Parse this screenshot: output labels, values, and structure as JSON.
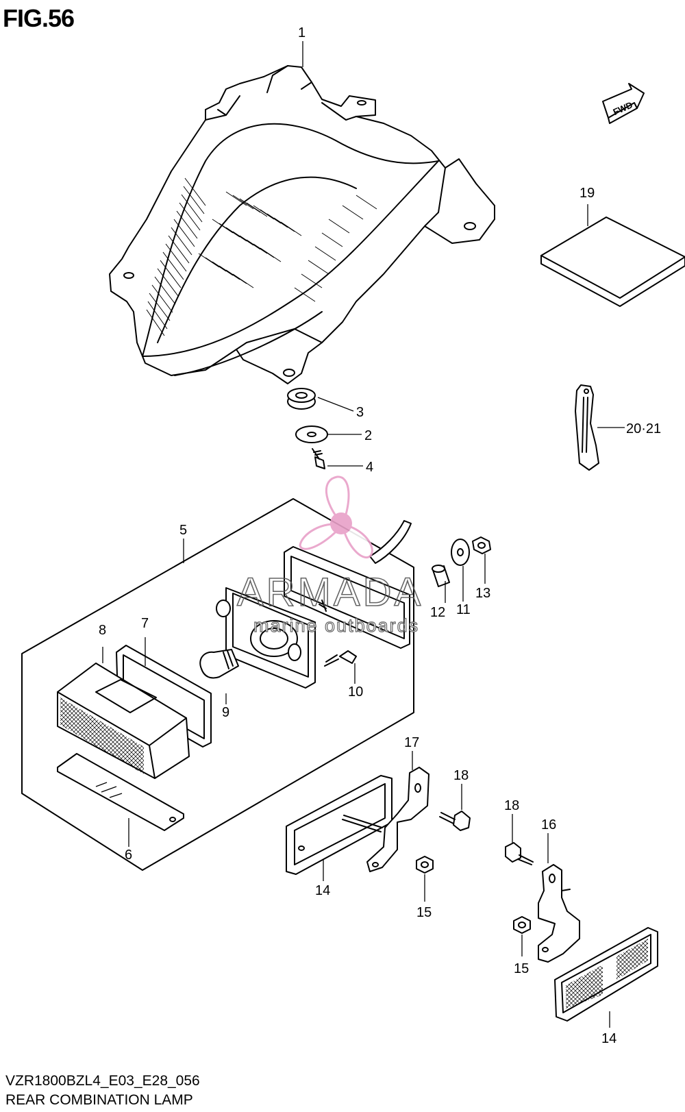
{
  "figure": {
    "label": "FIG.56",
    "model_code": "VZR1800BZL4_E03_E28_056",
    "title": "REAR COMBINATION LAMP"
  },
  "direction_arrow": {
    "label": "FWD"
  },
  "watermark": {
    "brand": "ARMADA",
    "tagline": "marine outboards",
    "color": "#e8a0c8"
  },
  "callouts": {
    "c1": "1",
    "c2": "2",
    "c3": "3",
    "c4": "4",
    "c5": "5",
    "c6": "6",
    "c7": "7",
    "c8": "8",
    "c9": "9",
    "c10": "10",
    "c11": "11",
    "c12": "12",
    "c13": "13",
    "c14a": "14",
    "c14b": "14",
    "c15a": "15",
    "c15b": "15",
    "c16": "16",
    "c17": "17",
    "c18a": "18",
    "c18b": "18",
    "c19": "19",
    "c20_21": "20·21"
  }
}
